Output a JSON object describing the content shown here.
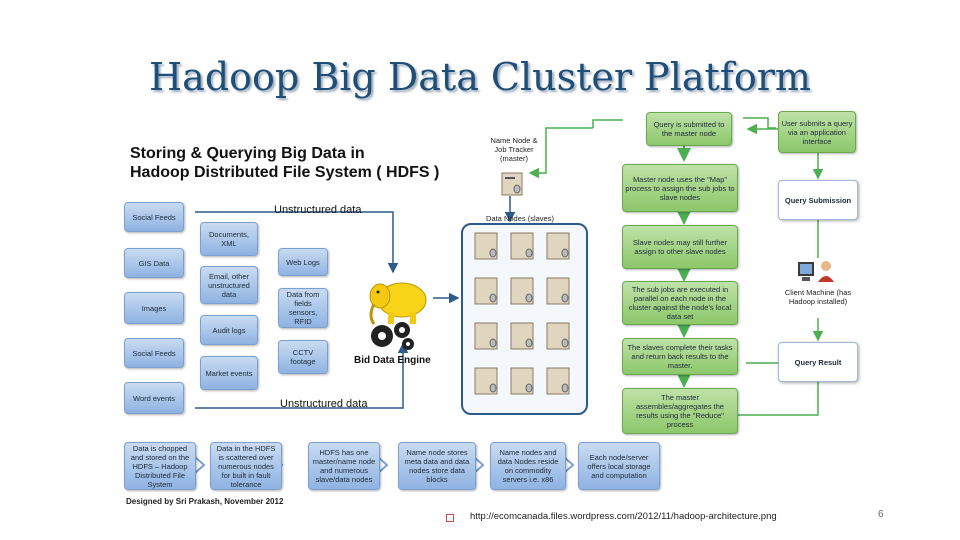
{
  "slide": {
    "title": "Hadoop Big Data Cluster Platform",
    "page_number": "6",
    "source_url": "http://ecomcanada.files.wordpress.com/2012/11/hadoop-architecture.png"
  },
  "diagram": {
    "heading_line1": "Storing & Querying Big Data in",
    "heading_line2": "Hadoop Distributed File System ( HDFS )",
    "unstructured_top": "Unstructured data",
    "unstructured_bottom": "Unstructured data",
    "engine_label": "Bid Data Engine",
    "name_node": "Name Node & Job Tracker (master)",
    "data_nodes": "Data Nodes (slaves)",
    "credit": "Designed by Sri Prakash, November 2012",
    "client_machine": "Client Machine (has Hadoop installed)",
    "sources_col1": [
      "Social Feeds",
      "GIS Data",
      "Images",
      "Social Feeds",
      "Word events"
    ],
    "sources_col2": [
      "Documents, XML",
      "Email, other unstructured data",
      "Audit logs",
      "Market events"
    ],
    "sources_col3": [
      "Web Logs",
      "Data from fields sensors, RFID",
      "CCTV footage"
    ],
    "bottom_steps": [
      "Data is chopped and stored on the HDFS – Hadoop Distributed File System",
      "Data in the HDFS is scattered over numerous nodes for built in fault tolerance",
      "HDFS has one master/name node and numerous slave/data nodes",
      "Name node stores meta data and data nodes store data blocks",
      "Name nodes and data Nodes reside on commodity servers i.e. x86",
      "Each node/server offers local storage and computation"
    ],
    "flow_steps": [
      "Query is submitted to the master node",
      "Master node uses the \"Map\" process to assign the sub jobs to slave nodes",
      "Slave nodes may still further assign to other slave nodes",
      "The sub jobs are executed in parallel on each node in the cluster against the node's local data set",
      "The slaves complete their tasks and return back results to the master.",
      "The master assembles/aggregates the results using the \"Reduce\" process"
    ],
    "user_submits": "User submits a query via an application interface",
    "query_submission": "Query Submission",
    "query_result": "Query Result"
  }
}
